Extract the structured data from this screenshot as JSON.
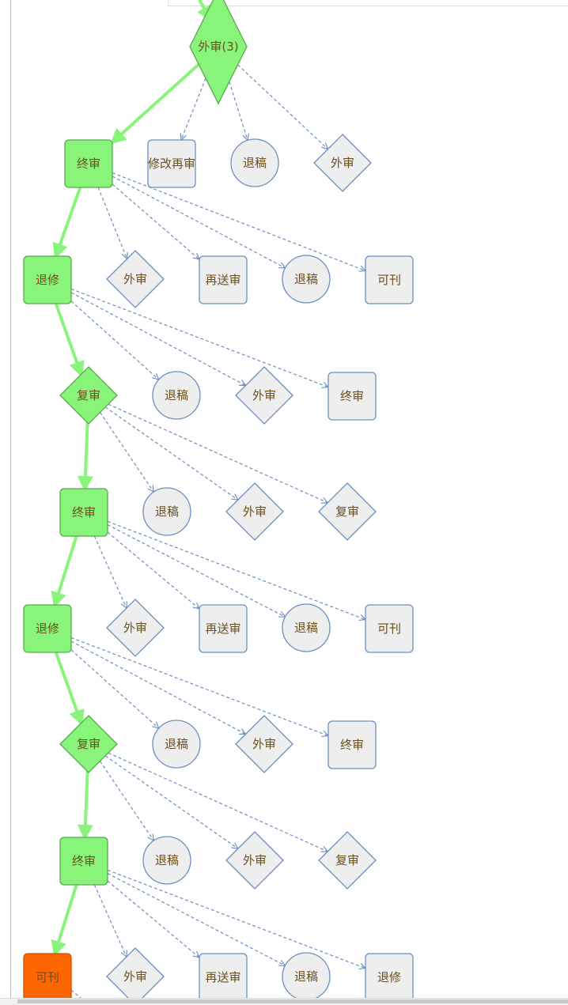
{
  "colors": {
    "active_fill": "#88f57a",
    "active_stroke": "#5ba650",
    "final_fill": "#ff6600",
    "final_stroke": "#c85000",
    "option_fill": "#eeeeee",
    "option_stroke": "#6c8ebf",
    "label_color": "#6b4f1d",
    "main_edge": "#88f57a",
    "dashed_edge": "#6c8ebf"
  },
  "nodes": [
    {
      "id": "n1",
      "label": "外审(3)",
      "shape": "diamond",
      "state": "active"
    },
    {
      "id": "n2",
      "label": "终审",
      "shape": "rect",
      "state": "active"
    },
    {
      "id": "n3",
      "label": "修改再审",
      "shape": "rect",
      "state": "option"
    },
    {
      "id": "n4",
      "label": "退稿",
      "shape": "circle",
      "state": "option"
    },
    {
      "id": "n5",
      "label": "外审",
      "shape": "diamond",
      "state": "option"
    },
    {
      "id": "n6",
      "label": "退修",
      "shape": "rect",
      "state": "active"
    },
    {
      "id": "n7",
      "label": "外审",
      "shape": "diamond",
      "state": "option"
    },
    {
      "id": "n8",
      "label": "再送审",
      "shape": "rect",
      "state": "option"
    },
    {
      "id": "n9",
      "label": "退稿",
      "shape": "circle",
      "state": "option"
    },
    {
      "id": "n10",
      "label": "可刊",
      "shape": "rect",
      "state": "option"
    },
    {
      "id": "n11",
      "label": "复审",
      "shape": "diamond",
      "state": "active"
    },
    {
      "id": "n12",
      "label": "退稿",
      "shape": "circle",
      "state": "option"
    },
    {
      "id": "n13",
      "label": "外审",
      "shape": "diamond",
      "state": "option"
    },
    {
      "id": "n14",
      "label": "终审",
      "shape": "rect",
      "state": "option"
    },
    {
      "id": "n15",
      "label": "终审",
      "shape": "rect",
      "state": "active"
    },
    {
      "id": "n16",
      "label": "退稿",
      "shape": "circle",
      "state": "option"
    },
    {
      "id": "n17",
      "label": "外审",
      "shape": "diamond",
      "state": "option"
    },
    {
      "id": "n18",
      "label": "复审",
      "shape": "diamond",
      "state": "option"
    },
    {
      "id": "n19",
      "label": "退修",
      "shape": "rect",
      "state": "active"
    },
    {
      "id": "n20",
      "label": "外审",
      "shape": "diamond",
      "state": "option"
    },
    {
      "id": "n21",
      "label": "再送审",
      "shape": "rect",
      "state": "option"
    },
    {
      "id": "n22",
      "label": "退稿",
      "shape": "circle",
      "state": "option"
    },
    {
      "id": "n23",
      "label": "可刊",
      "shape": "rect",
      "state": "option"
    },
    {
      "id": "n24",
      "label": "复审",
      "shape": "diamond",
      "state": "active"
    },
    {
      "id": "n25",
      "label": "退稿",
      "shape": "circle",
      "state": "option"
    },
    {
      "id": "n26",
      "label": "外审",
      "shape": "diamond",
      "state": "option"
    },
    {
      "id": "n27",
      "label": "终审",
      "shape": "rect",
      "state": "option"
    },
    {
      "id": "n28",
      "label": "终审",
      "shape": "rect",
      "state": "active"
    },
    {
      "id": "n29",
      "label": "退稿",
      "shape": "circle",
      "state": "option"
    },
    {
      "id": "n30",
      "label": "外审",
      "shape": "diamond",
      "state": "option"
    },
    {
      "id": "n31",
      "label": "复审",
      "shape": "diamond",
      "state": "option"
    },
    {
      "id": "n32",
      "label": "可刊",
      "shape": "rect",
      "state": "final"
    },
    {
      "id": "n33",
      "label": "外审",
      "shape": "diamond",
      "state": "option"
    },
    {
      "id": "n34",
      "label": "再送审",
      "shape": "rect",
      "state": "option"
    },
    {
      "id": "n35",
      "label": "退稿",
      "shape": "circle",
      "state": "option"
    },
    {
      "id": "n36",
      "label": "退修",
      "shape": "rect",
      "state": "option"
    }
  ],
  "main_path": [
    "n1",
    "n2",
    "n6",
    "n11",
    "n15",
    "n19",
    "n24",
    "n28",
    "n32"
  ],
  "dashed_edges": [
    [
      "n1",
      "n3"
    ],
    [
      "n1",
      "n4"
    ],
    [
      "n1",
      "n5"
    ],
    [
      "n2",
      "n7"
    ],
    [
      "n2",
      "n8"
    ],
    [
      "n2",
      "n9"
    ],
    [
      "n2",
      "n10"
    ],
    [
      "n6",
      "n12"
    ],
    [
      "n6",
      "n13"
    ],
    [
      "n6",
      "n14"
    ],
    [
      "n11",
      "n16"
    ],
    [
      "n11",
      "n17"
    ],
    [
      "n11",
      "n18"
    ],
    [
      "n15",
      "n20"
    ],
    [
      "n15",
      "n21"
    ],
    [
      "n15",
      "n22"
    ],
    [
      "n15",
      "n23"
    ],
    [
      "n19",
      "n25"
    ],
    [
      "n19",
      "n26"
    ],
    [
      "n19",
      "n27"
    ],
    [
      "n24",
      "n29"
    ],
    [
      "n24",
      "n30"
    ],
    [
      "n24",
      "n31"
    ],
    [
      "n28",
      "n33"
    ],
    [
      "n28",
      "n34"
    ],
    [
      "n28",
      "n35"
    ],
    [
      "n28",
      "n36"
    ]
  ]
}
